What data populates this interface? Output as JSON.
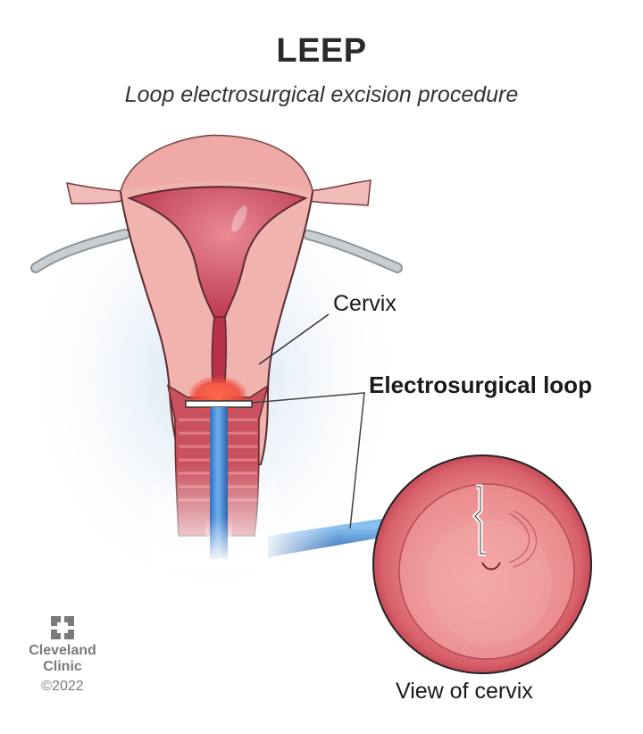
{
  "header": {
    "title": "LEEP",
    "subtitle": "Loop electrosurgical excision procedure"
  },
  "labels": {
    "cervix": "Cervix",
    "electrosurgical_loop": "Electrosurgical loop",
    "view_of_cervix": "View of cervix"
  },
  "logo": {
    "icon": "cleveland-clinic-cross-icon",
    "line1": "Cleveland",
    "line2": "Clinic",
    "copyright": "©2022"
  },
  "colors": {
    "tissue_light": "#f0b3ae",
    "tissue_mid": "#e4878a",
    "tissue_dark": "#b8324a",
    "outline": "#5a2a2e",
    "probe_blue": "#3f86d4",
    "glow_red": "#f0503a",
    "ovary_ligament_gray": "#b9bec4",
    "background_haze": "#dfe9f4"
  }
}
